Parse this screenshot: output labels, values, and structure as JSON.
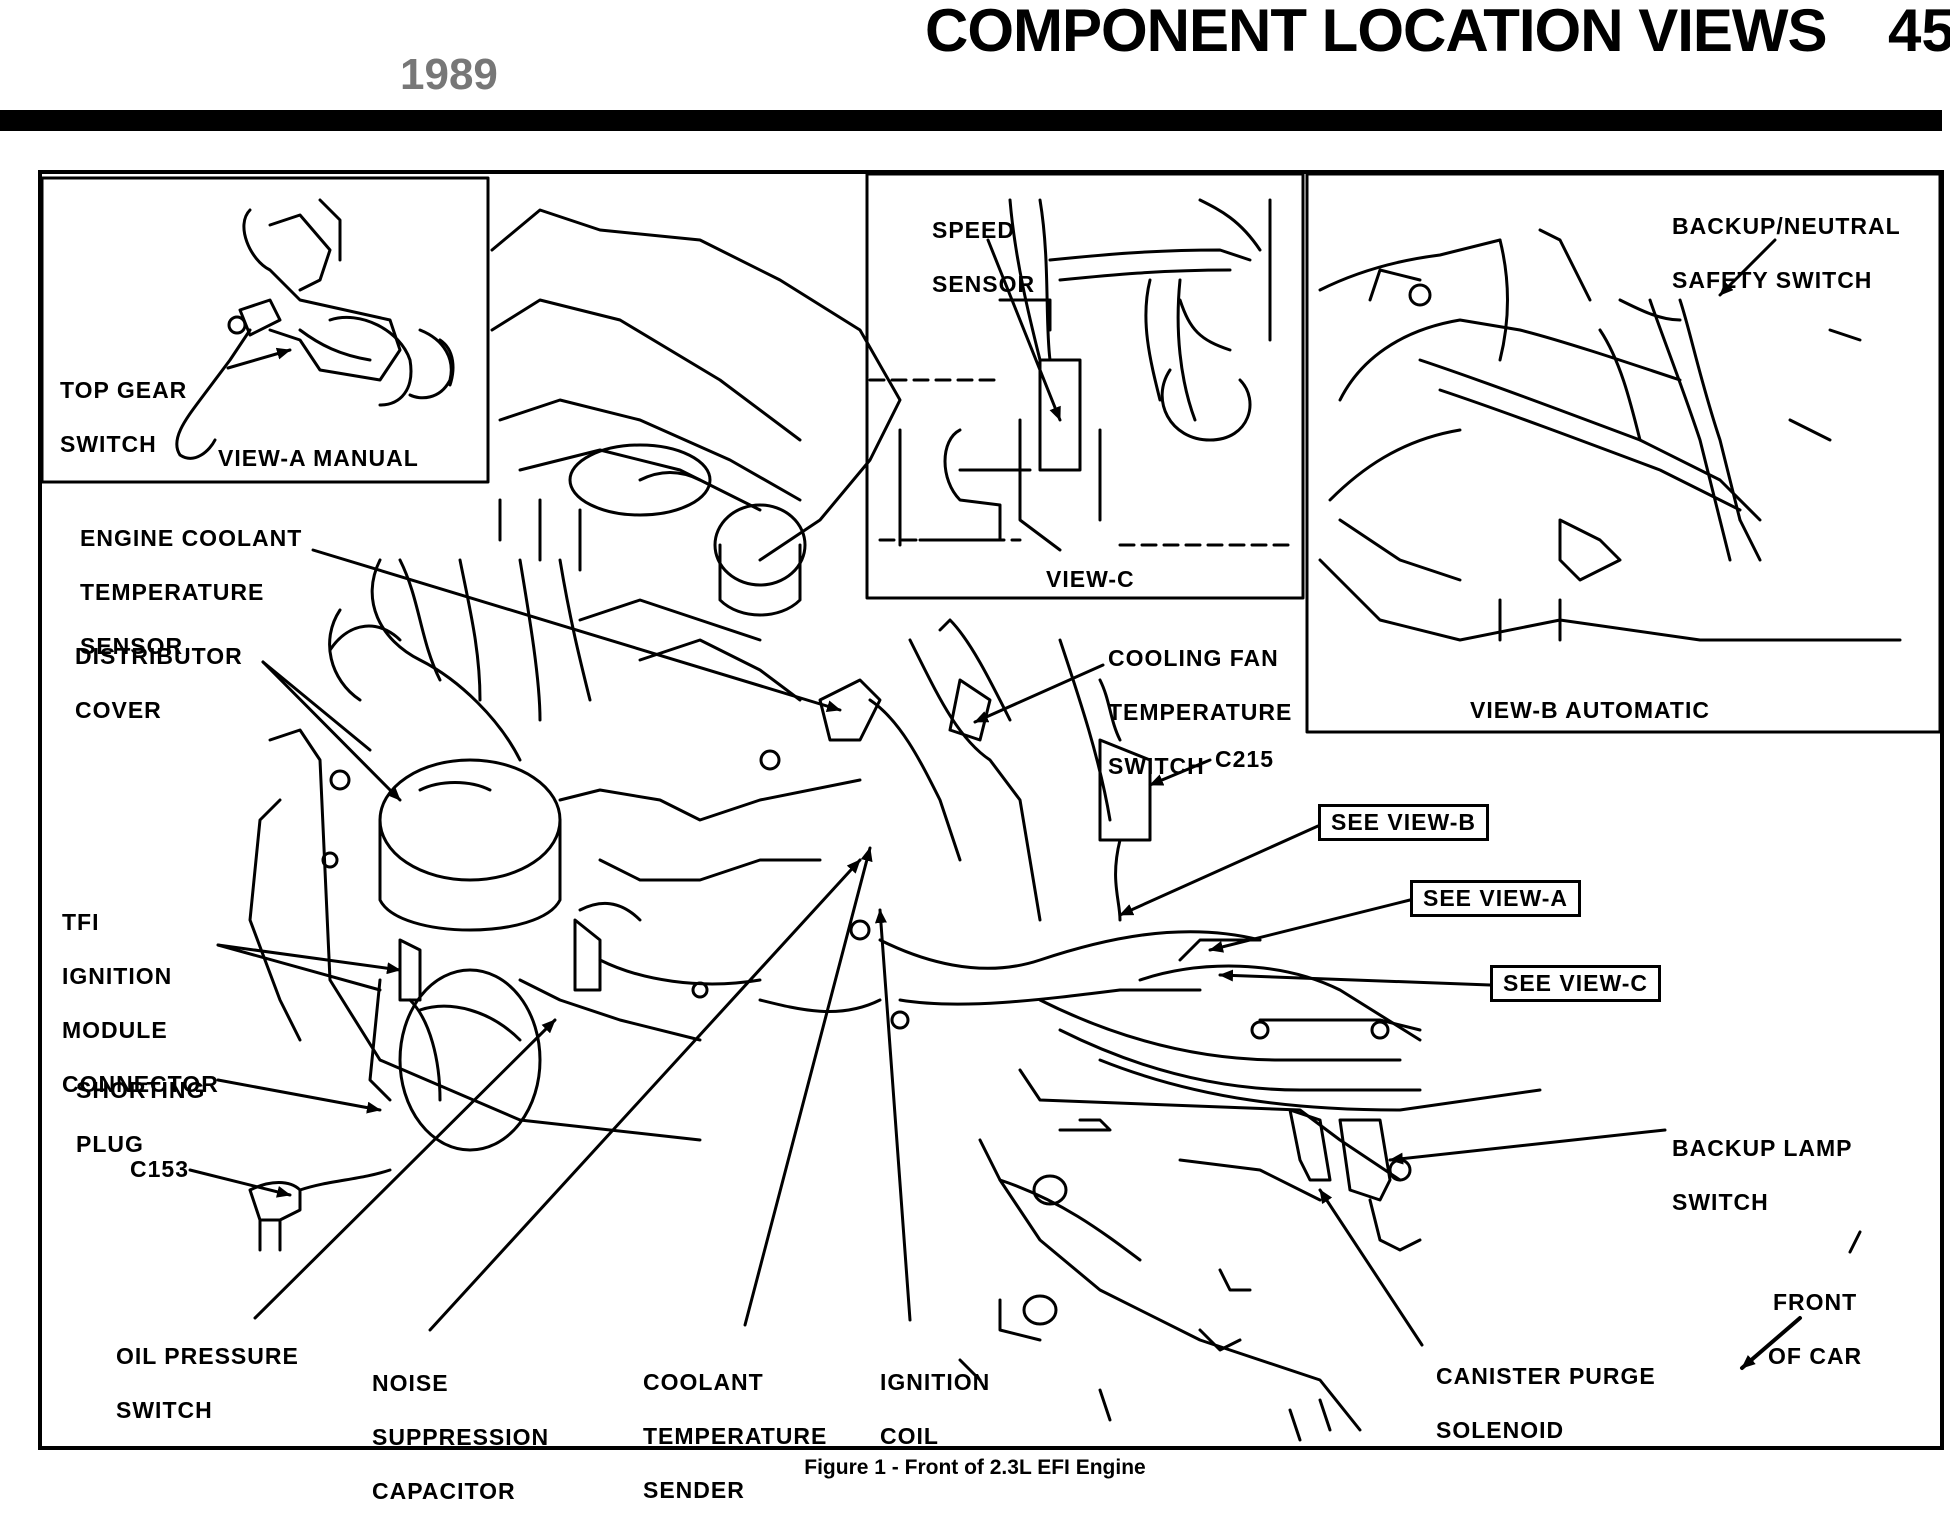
{
  "header": {
    "title": "COMPONENT LOCATION VIEWS",
    "page_number": "45",
    "year": "1989"
  },
  "insets": {
    "view_a": {
      "caption": "VIEW-A MANUAL",
      "labels": [
        "TOP GEAR",
        "SWITCH"
      ]
    },
    "view_c": {
      "caption": "VIEW-C",
      "labels": [
        "SPEED",
        "SENSOR"
      ]
    },
    "view_b": {
      "caption": "VIEW-B AUTOMATIC",
      "labels": [
        "BACKUP/NEUTRAL",
        "SAFETY SWITCH"
      ]
    }
  },
  "callouts": {
    "engine_coolant_temperature_sensor": [
      "ENGINE COOLANT",
      "TEMPERATURE",
      "SENSOR"
    ],
    "distributor_cover": [
      "DISTRIBUTOR",
      "COVER"
    ],
    "tfi_ignition_module_connector": [
      "TFI",
      "IGNITION",
      "MODULE",
      "CONNECTOR"
    ],
    "shorting_plug": [
      "SHORTING",
      "PLUG"
    ],
    "c153": [
      "C153"
    ],
    "oil_pressure_switch": [
      "OIL PRESSURE",
      "SWITCH"
    ],
    "noise_suppression_capacitor": [
      "NOISE",
      "SUPPRESSION",
      "CAPACITOR"
    ],
    "coolant_temperature_sender": [
      "COOLANT",
      "TEMPERATURE",
      "SENDER"
    ],
    "ignition_coil": [
      "IGNITION",
      "COIL"
    ],
    "canister_purge_solenoid": [
      "CANISTER PURGE",
      "SOLENOID"
    ],
    "backup_lamp_switch": [
      "BACKUP LAMP",
      "SWITCH"
    ],
    "front_of_car": [
      "FRONT",
      "OF CAR"
    ],
    "cooling_fan_temperature_switch": [
      "COOLING FAN",
      "TEMPERATURE",
      "SWITCH"
    ],
    "c215": [
      "C215"
    ]
  },
  "references": {
    "see_view_b": "SEE VIEW-B",
    "see_view_a": "SEE VIEW-A",
    "see_view_c": "SEE VIEW-C"
  },
  "figure_caption": "Figure 1 - Front of 2.3L EFI Engine"
}
